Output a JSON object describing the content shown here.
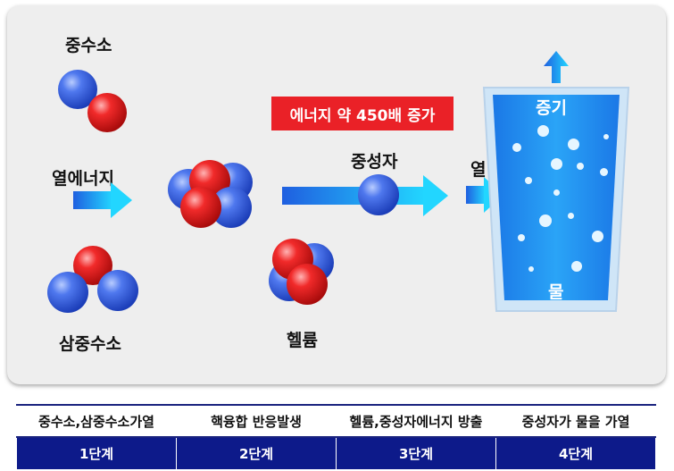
{
  "labels": {
    "deuterium": "중수소",
    "thermal_energy": "열에너지",
    "tritium": "삼중수소",
    "neutron": "중성자",
    "helium": "헬륨",
    "heat": "열",
    "steam": "증기",
    "water": "물"
  },
  "banner": "에너지 약 450배 증가",
  "stages": {
    "descriptions": [
      "중수소,삼중수소가열",
      "핵융합 반응발생",
      "헬륨,중성자에너지 방출",
      "중성자가 물을 가열"
    ],
    "steps": [
      "1단계",
      "2단계",
      "3단계",
      "4단계"
    ]
  },
  "colors": {
    "proton_red": "#ee1c25",
    "neutron_blue": "#3b63e0",
    "banner_red": "#ea2127",
    "water_blue": "#1e8ef0",
    "step_navy": "#0d1a8a",
    "arrow_cyan": "#22d6ff",
    "arrow_blue": "#1f5fe0"
  },
  "icons": [
    "deuterium-molecule-icon",
    "tritium-molecule-icon",
    "fusion-cluster-icon",
    "neutron-particle-icon",
    "helium-nucleus-icon",
    "water-glass-icon",
    "steam-arrow-icon"
  ]
}
